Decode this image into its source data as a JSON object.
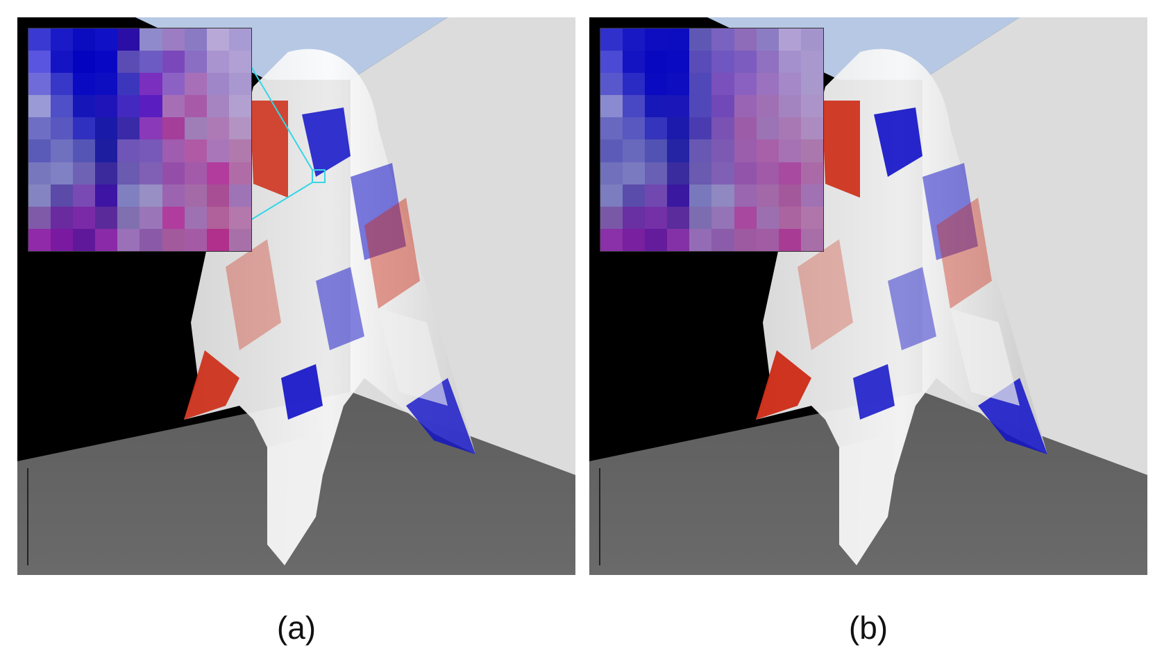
{
  "figure": {
    "captions": {
      "a": "(a)",
      "b": "(b)"
    },
    "colors": {
      "back_wall": "#000000",
      "side_wall": "#dcdcdc",
      "floor": "#666666",
      "ceiling": "#b6c8e4",
      "cloth_red": "#cc2a14",
      "cloth_blue": "#1010c8",
      "cloth_white": "#f0f0f0",
      "zoom_marker": "#34d6e6"
    },
    "panels": [
      {
        "id": "a",
        "has_zoom_marker": true,
        "inset_pixels": [
          [
            "#3a3ad2",
            "#1a1ac8",
            "#0b0bbf",
            "#1010c6",
            "#2a0ea6",
            "#8f8acb",
            "#9c7cc2",
            "#8a7ac4",
            "#b8a8d8",
            "#a89ad2"
          ],
          [
            "#5a55e0",
            "#1414c4",
            "#0303c0",
            "#0808c4",
            "#5a4cb4",
            "#6d5bc4",
            "#7b48bb",
            "#8a6ec4",
            "#a994cf",
            "#b0a0d4"
          ],
          [
            "#6f6bd8",
            "#3737c8",
            "#0a0ac2",
            "#0d0dc1",
            "#3b36bc",
            "#7a2fbf",
            "#8b62c4",
            "#a86fb9",
            "#9e86c8",
            "#a898cf"
          ],
          [
            "#9a9ad6",
            "#4f4fc8",
            "#1515b8",
            "#1f14b8",
            "#4329c0",
            "#5a1ec0",
            "#a66fb5",
            "#a75aa8",
            "#a684c2",
            "#b2a0d0"
          ],
          [
            "#6e6ec4",
            "#5858c0",
            "#3030c0",
            "#1a1aa8",
            "#3a2aa8",
            "#8a3ab8",
            "#a43e9a",
            "#9f7eb7",
            "#ad7ab6",
            "#b293c2"
          ],
          [
            "#5a5ab8",
            "#7070c0",
            "#5555b5",
            "#1d1d9f",
            "#6f55b8",
            "#7659b8",
            "#a05cae",
            "#b05aa6",
            "#a976b9",
            "#b07aac"
          ],
          [
            "#7777be",
            "#8080c4",
            "#6e62b4",
            "#3a2a9c",
            "#6a5ab0",
            "#8060b4",
            "#944ea9",
            "#a35aa9",
            "#b23c9d",
            "#b06ca6"
          ],
          [
            "#8484c2",
            "#5b4aa8",
            "#7a4ab4",
            "#3d14a3",
            "#8080c0",
            "#9890c4",
            "#9c64b0",
            "#a46aa8",
            "#a84e94",
            "#9e74b6"
          ],
          [
            "#7e5aa8",
            "#6a2aa0",
            "#7a2aa6",
            "#5a2a9a",
            "#8070b0",
            "#9a76b8",
            "#b03d9e",
            "#9e72b2",
            "#b0609a",
            "#b478ac"
          ],
          [
            "#902aa8",
            "#7a1aa0",
            "#60189a",
            "#8a2aa8",
            "#9a70b8",
            "#8a5aa8",
            "#a25a9c",
            "#a45aa4",
            "#b0308c",
            "#a870a8"
          ]
        ]
      },
      {
        "id": "b",
        "has_zoom_marker": false,
        "inset_pixels": [
          [
            "#3030cc",
            "#1818c4",
            "#0e0ec0",
            "#0c0cc0",
            "#5e58b4",
            "#7a62c0",
            "#8e6cba",
            "#8c7cc4",
            "#b0a0d4",
            "#a494cc"
          ],
          [
            "#4a4ad4",
            "#1414c2",
            "#0808c0",
            "#0a0ac2",
            "#5a4cb8",
            "#7056c0",
            "#7c5cbe",
            "#9070c0",
            "#a490cc",
            "#a898ce"
          ],
          [
            "#5858cc",
            "#2a2ac4",
            "#0a0ac0",
            "#0e0ec0",
            "#5048b8",
            "#7a50bc",
            "#8a60c0",
            "#9a72c0",
            "#a488c8",
            "#a898cc"
          ],
          [
            "#8a8ad0",
            "#4848c4",
            "#1818b8",
            "#1a16b8",
            "#5048b8",
            "#7048b8",
            "#9a64b4",
            "#a070b4",
            "#a484c0",
            "#ac94c8"
          ],
          [
            "#6868c0",
            "#5858c0",
            "#3434bc",
            "#1c1aac",
            "#4a3cb0",
            "#7a52b4",
            "#9c5ca8",
            "#9a74b4",
            "#a878b4",
            "#ac8cc0"
          ],
          [
            "#5c5cb8",
            "#6868bc",
            "#5252b4",
            "#2424a4",
            "#6858b4",
            "#7c5ab4",
            "#9a5eac",
            "#a860a8",
            "#a672b4",
            "#aa78ac"
          ],
          [
            "#7070bc",
            "#7a7ac0",
            "#6860b4",
            "#3a2c9e",
            "#6a5ab0",
            "#8060b4",
            "#9254aa",
            "#a05aa8",
            "#a84aa0",
            "#aa6aa8"
          ],
          [
            "#7c7cc0",
            "#5a4caa",
            "#7048b0",
            "#3a18a0",
            "#7a78bc",
            "#9088c0",
            "#9a66b0",
            "#a268a8",
            "#a4589c",
            "#a072b4"
          ],
          [
            "#7a58a8",
            "#6830a2",
            "#7430a6",
            "#5a2c9c",
            "#7c6cb0",
            "#9474b6",
            "#a8489e",
            "#9c70b0",
            "#aa64a0",
            "#b076ac"
          ],
          [
            "#8a30a8",
            "#7820a0",
            "#641c9c",
            "#8430a6",
            "#946cb6",
            "#8a5caa",
            "#9e5aa0",
            "#a25ca4",
            "#a83c94",
            "#a86ea8"
          ]
        ]
      }
    ]
  }
}
